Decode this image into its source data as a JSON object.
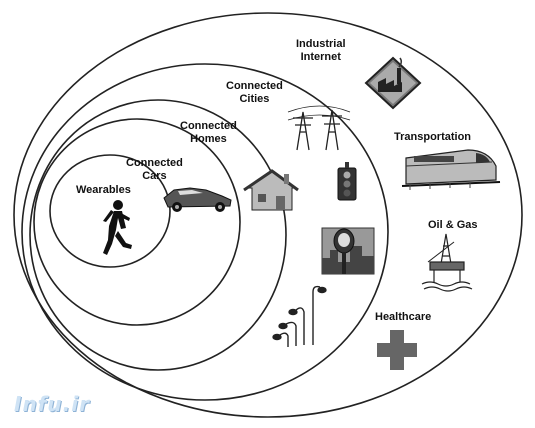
{
  "rings": [
    {
      "id": "wearables",
      "label": "Wearables"
    },
    {
      "id": "connected-cars",
      "label": "Connected\nCars"
    },
    {
      "id": "connected-homes",
      "label": "Connected\nHomes"
    },
    {
      "id": "connected-cities",
      "label": "Connected\nCities"
    },
    {
      "id": "industrial-internet",
      "label": "Industrial\nInternet"
    }
  ],
  "sectors": {
    "transportation": "Transportation",
    "oil_gas": "Oil & Gas",
    "healthcare": "Healthcare"
  },
  "icons": [
    "runner-icon",
    "car-icon",
    "house-icon",
    "power-tower-icon",
    "traffic-light-icon",
    "parking-meter-icon",
    "street-lamp-icon",
    "factory-icon",
    "train-icon",
    "oil-rig-icon",
    "medical-cross-icon"
  ],
  "watermark": "Infu.ir"
}
